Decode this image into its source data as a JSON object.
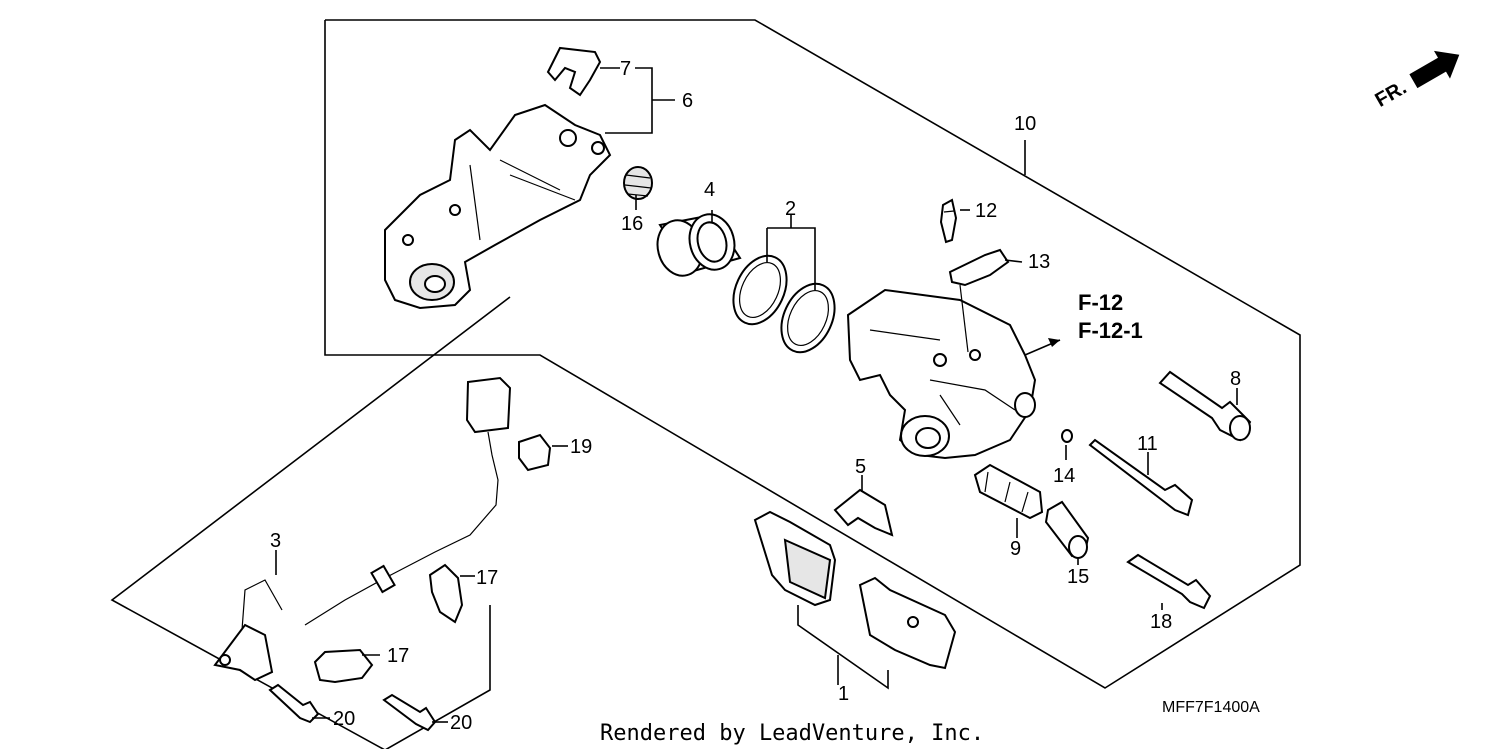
{
  "parts": [
    "1",
    "2",
    "3",
    "4",
    "5",
    "6",
    "7",
    "8",
    "9",
    "10",
    "11",
    "12",
    "13",
    "14",
    "15",
    "16",
    "17",
    "17",
    "18",
    "19",
    "20",
    "20"
  ],
  "refs": [
    "F-12",
    "F-12-1"
  ],
  "direction_label": "FR.",
  "diagram_code": "MFF7F1400A",
  "credit": "Rendered by LeadVenture, Inc."
}
